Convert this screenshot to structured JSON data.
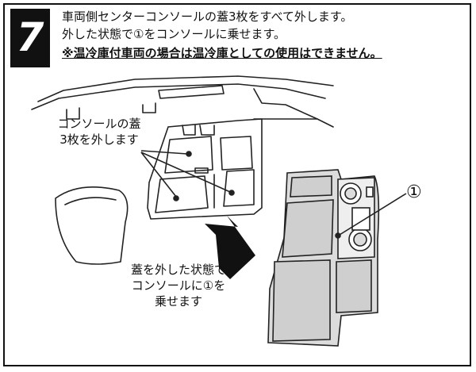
{
  "step": {
    "number": "7"
  },
  "instructions": {
    "line1": "車両側センターコンソールの蓋3枚をすべて外します。",
    "line2": "外した状態で①をコンソールに乗せます。",
    "warning": "※温冷庫付車両の場合は温冷庫としての使用はできません。"
  },
  "callouts": {
    "lid_removal": [
      "コンソールの蓋",
      "3枚を外します"
    ],
    "place_item": [
      "蓋を外した状態で",
      "コンソールに①を",
      "乗せます"
    ]
  },
  "item_label": "①",
  "colors": {
    "line": "#222222",
    "tray_fill": "#dcdcdc",
    "pocket_fill": "#cfcfcf",
    "panel_fill": "#f2f2f2",
    "step_bg": "#111111"
  }
}
